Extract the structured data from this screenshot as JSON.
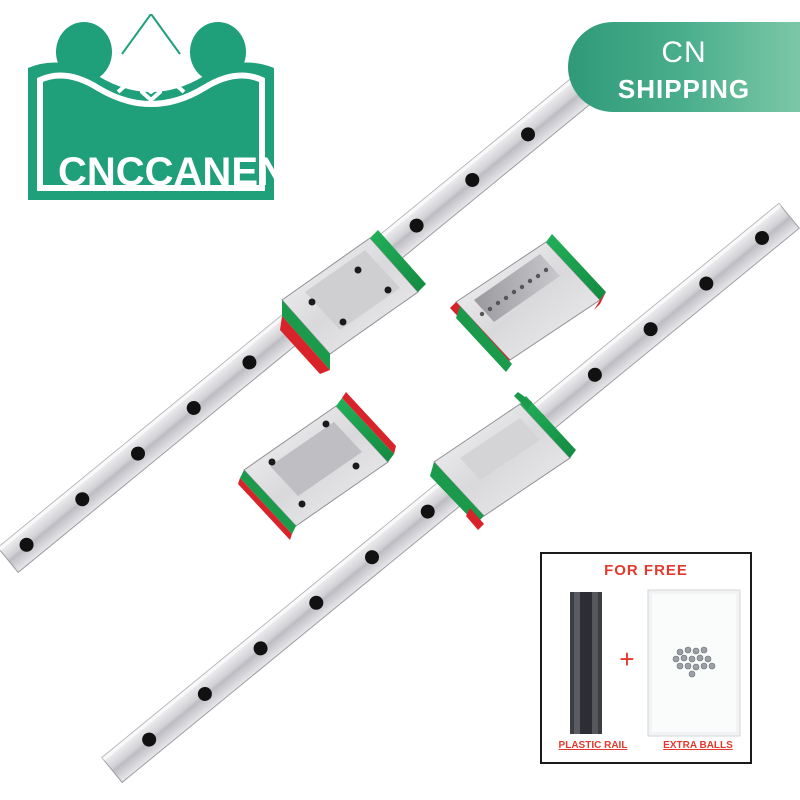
{
  "brand": {
    "name": "CNCCANEN",
    "colors": {
      "primary": "#1f9f7a",
      "frame": "#ffffff"
    }
  },
  "shipping_badge": {
    "line1": "CN",
    "line2": "SHIPPING",
    "color": "#3aa383"
  },
  "product": {
    "rails": 2,
    "carriages": 4,
    "colors": {
      "rail": "#c9c9cc",
      "carriage": "#e4e4e6",
      "end_seal_green": "#1a9a4a",
      "end_seal_red": "#d8232a"
    }
  },
  "freebies": {
    "title": "FOR FREE",
    "plus": "+",
    "item1": "PLASTIC RAIL",
    "item2": "EXTRA BALLS",
    "accent": "#e23a2e"
  }
}
